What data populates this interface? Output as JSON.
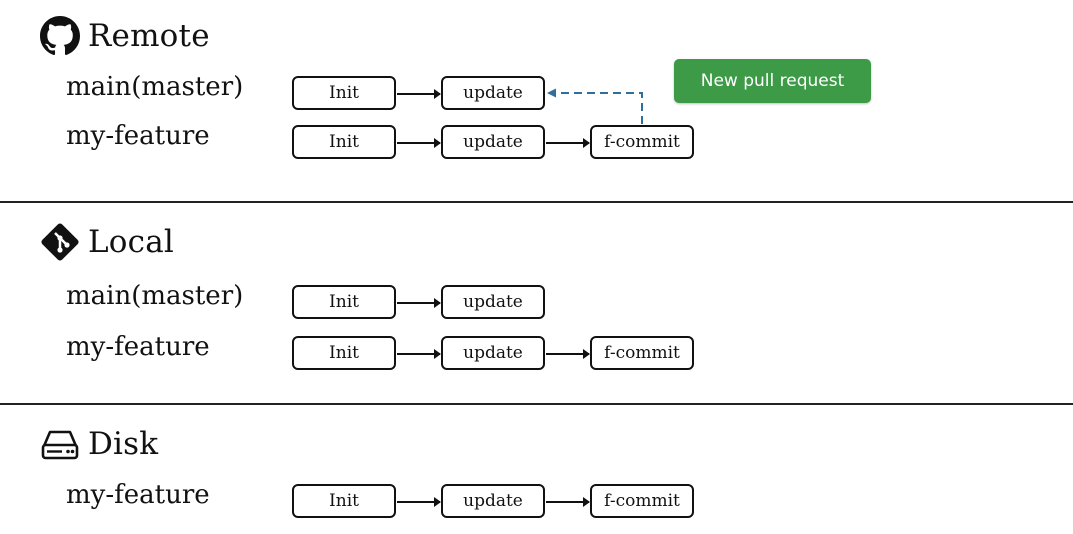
{
  "sections": {
    "remote": {
      "title": "Remote",
      "icon": "github-icon",
      "branches": [
        {
          "label": "main(master)",
          "commits": [
            "Init",
            "update"
          ]
        },
        {
          "label": "my-feature",
          "commits": [
            "Init",
            "update",
            "f-commit"
          ]
        }
      ],
      "pull_request_label": "New pull request"
    },
    "local": {
      "title": "Local",
      "icon": "git-icon",
      "branches": [
        {
          "label": "main(master)",
          "commits": [
            "Init",
            "update"
          ]
        },
        {
          "label": "my-feature",
          "commits": [
            "Init",
            "update",
            "f-commit"
          ]
        }
      ]
    },
    "disk": {
      "title": "Disk",
      "icon": "hard-drive-icon",
      "branches": [
        {
          "label": "my-feature",
          "commits": [
            "Init",
            "update",
            "f-commit"
          ]
        }
      ]
    }
  },
  "colors": {
    "pull_request_button": "#3d9a47",
    "dashed_link": "#2e6f9e",
    "ink": "#111111"
  }
}
